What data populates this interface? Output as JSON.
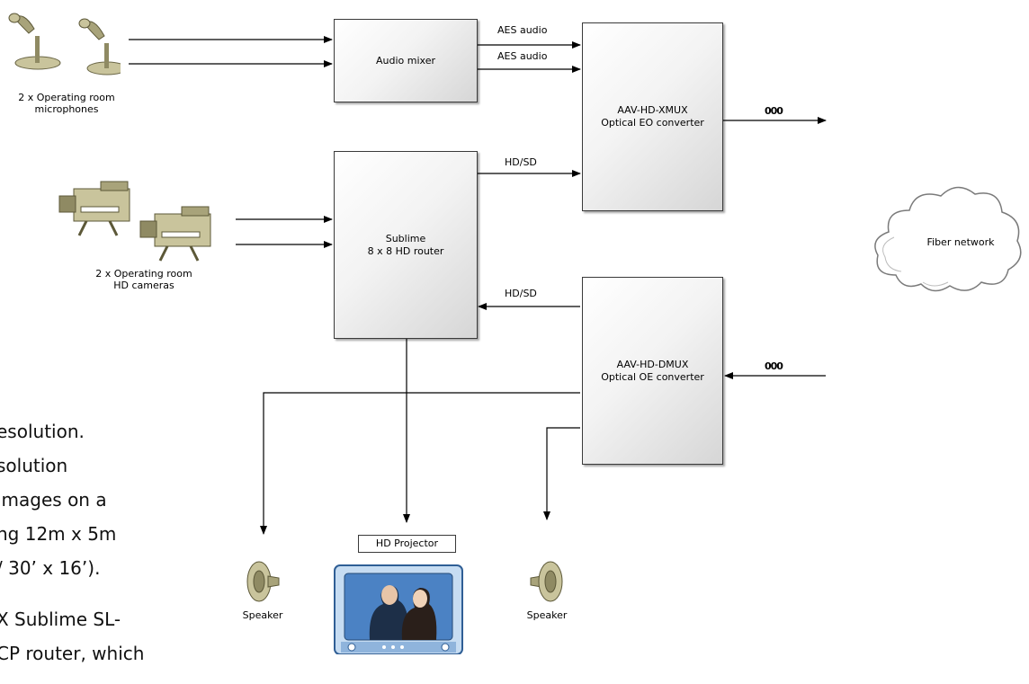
{
  "diagram": {
    "mics_label": "2 x Operating room\nmicrophones",
    "cameras_label": "2 x Operating room\nHD cameras",
    "audio_mixer": "Audio mixer",
    "router": "Sublime\n8 x 8 HD router",
    "xmux": "AAV-HD-XMUX\nOptical EO converter",
    "dmux": "AAV-HD-DMUX\nOptical OE converter",
    "aes_audio_1": "AES audio",
    "aes_audio_2": "AES audio",
    "hdsd_out": "HD/SD",
    "hdsd_in": "HD/SD",
    "fiber_symbol_out": "000",
    "fiber_symbol_in": "000",
    "fiber_network": "Fiber network",
    "hd_projector": "HD Projector",
    "speaker_left": "Speaker",
    "speaker_right": "Speaker"
  },
  "background_text": {
    "line1": "esolution.",
    "line2": "solution",
    "line3": "images on a",
    "line4": "ng 12m x 5m",
    "line5": "/ 30’ x 16’).",
    "line6": "X Sublime SL-",
    "line7": "CP router, which"
  },
  "colors": {
    "box_fill": "#eeeeee",
    "olive": "#8f8a63",
    "olive_light": "#c9c49c",
    "tv_blue": "#4b82c4"
  }
}
